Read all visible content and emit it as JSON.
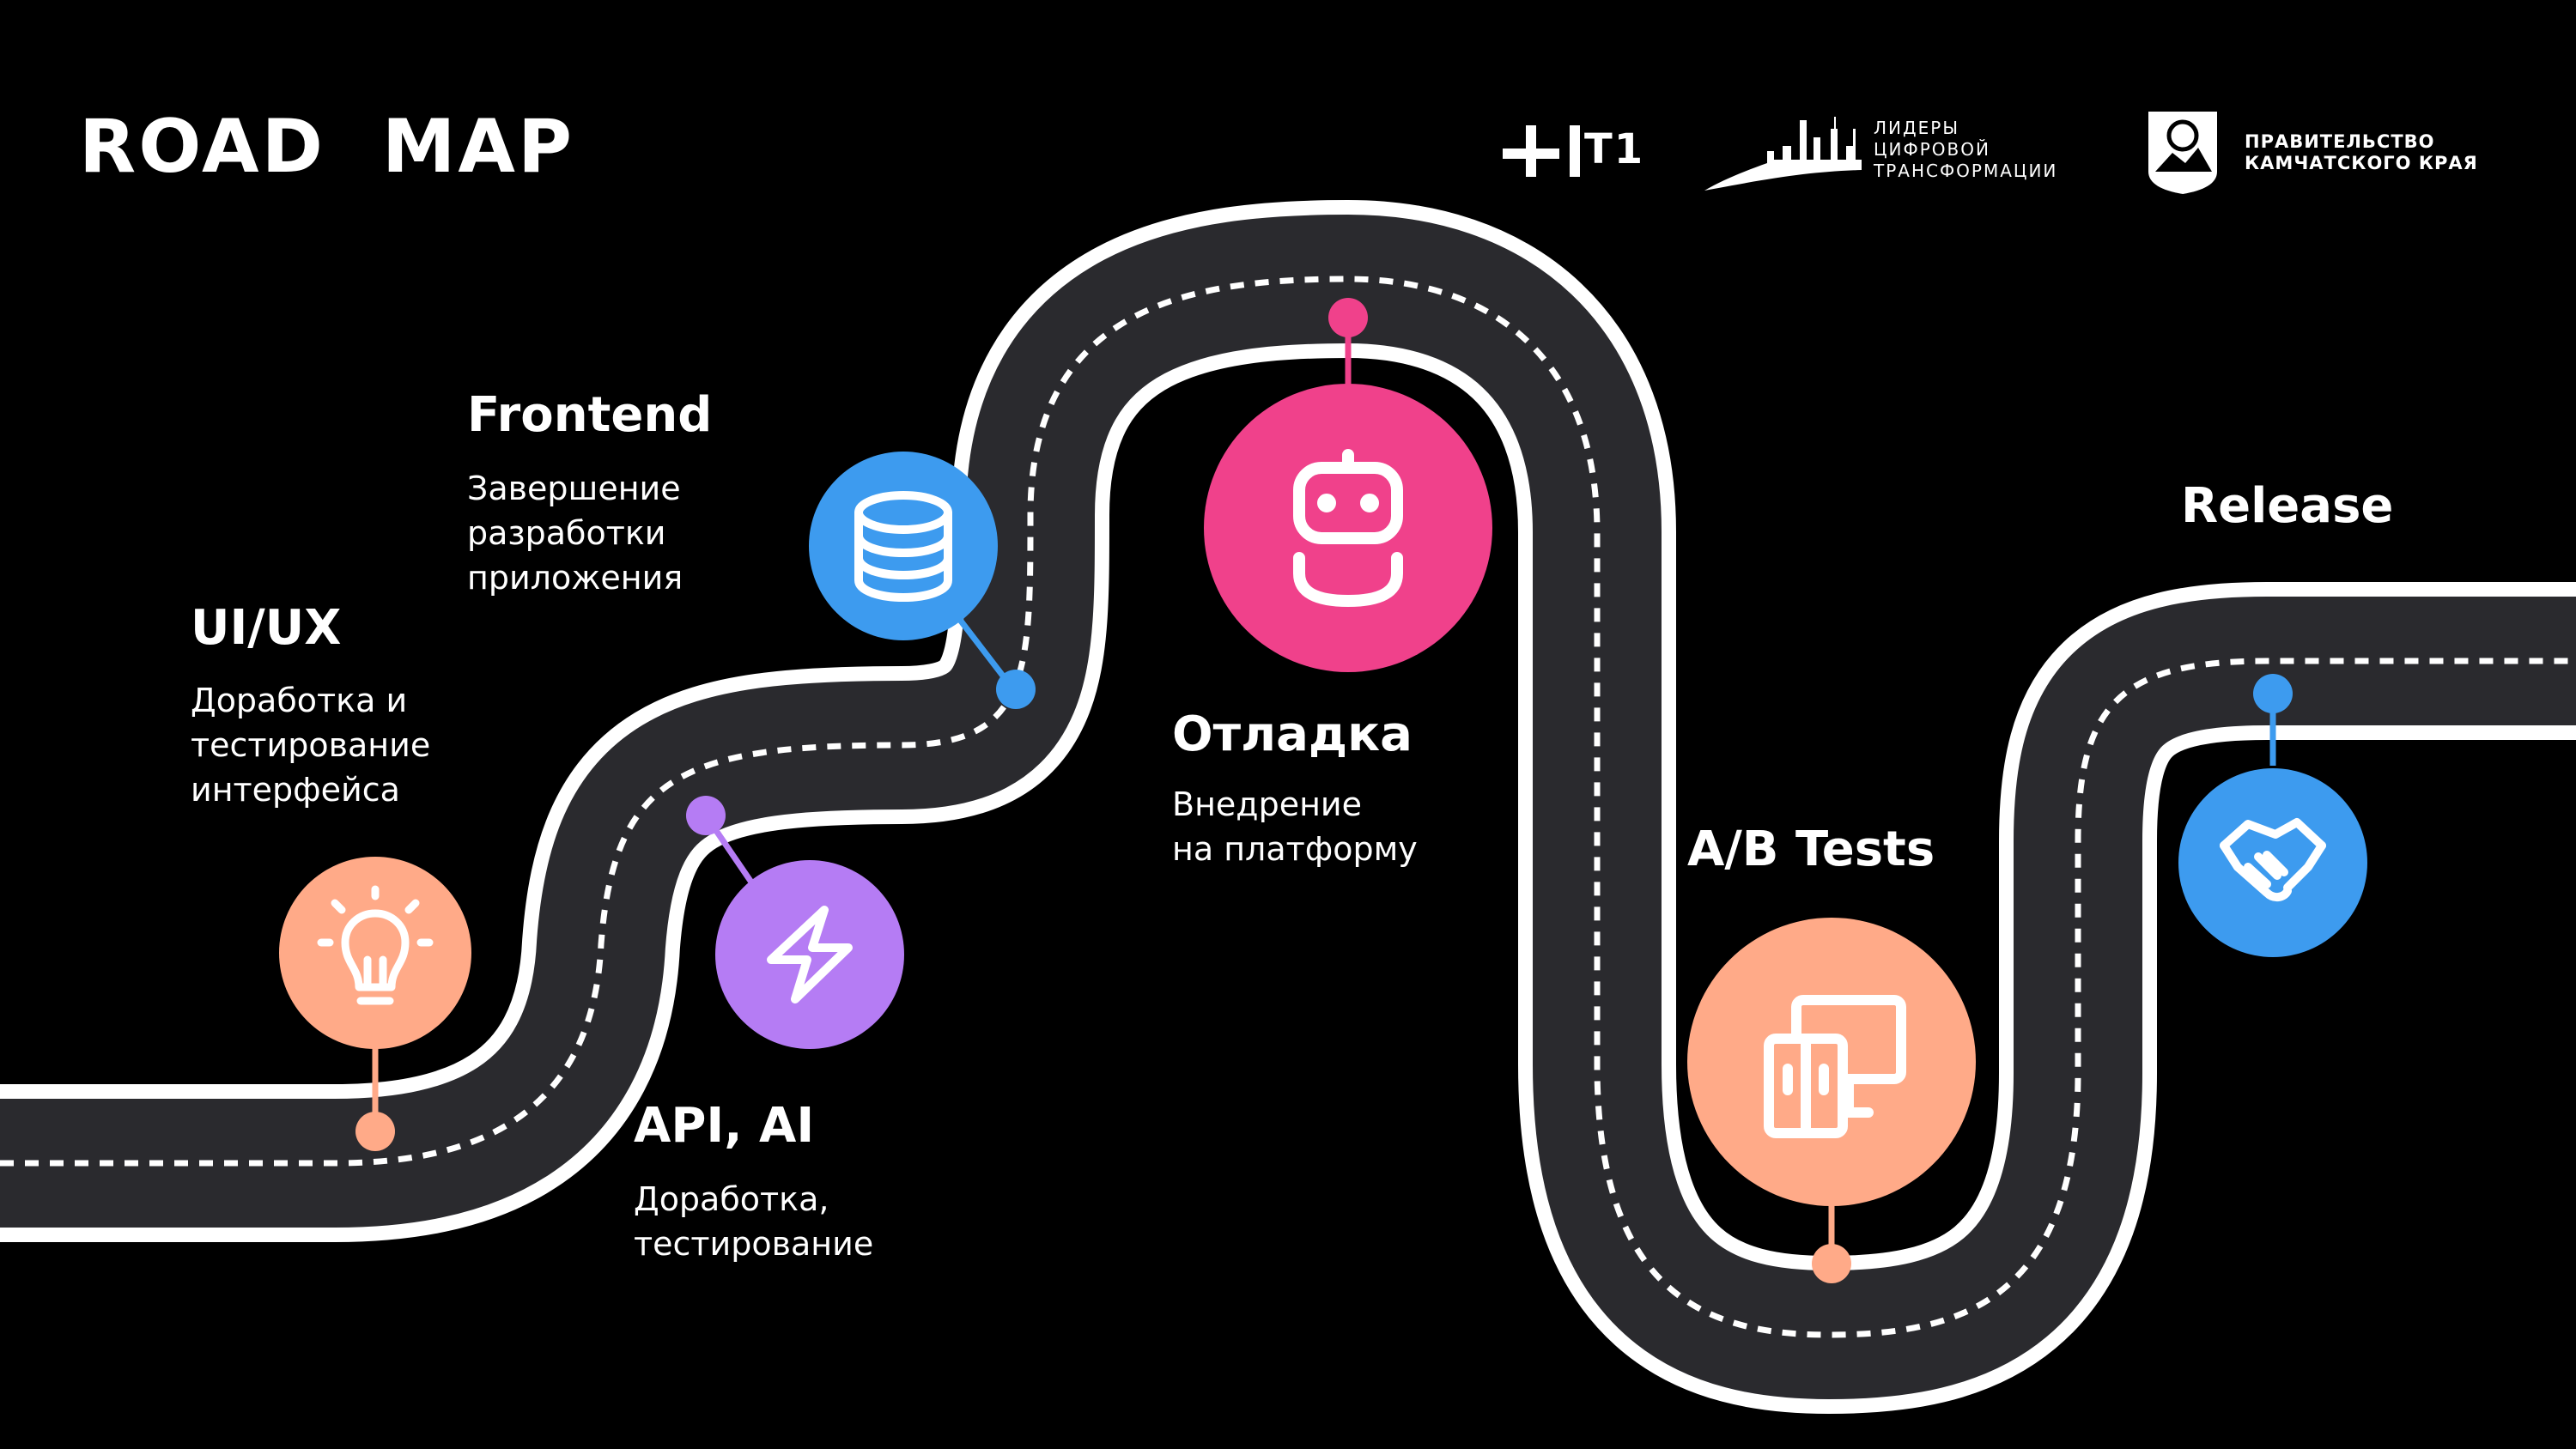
{
  "title": "ROAD  MAP",
  "logos": {
    "t1": "T1",
    "leaders": "ЛИДЕРЫ\nЦИФРОВОЙ\nТРАНСФОРМАЦИИ",
    "government": "ПРАВИТЕЛЬСТВО\nКАМЧАТСКОГО КРАЯ"
  },
  "stages": [
    {
      "title": "UI/UX",
      "description": "Доработка и\nтестирование\nинтерфейса",
      "icon": "lightbulb-icon",
      "color": "#FFAA88"
    },
    {
      "title": "API, AI",
      "description": "Доработка,\nтестирование",
      "icon": "lightning-icon",
      "color": "#B57CF4"
    },
    {
      "title": "Frontend",
      "description": "Завершение\nразработки\nприложения",
      "icon": "database-icon",
      "color": "#3D9BEF"
    },
    {
      "title": "Отладка",
      "description": "Внедрение\nна платформу",
      "icon": "robot-icon",
      "color": "#F0418B"
    },
    {
      "title": "A/B Tests",
      "description": "",
      "icon": "devices-icon",
      "color": "#FFAA88"
    },
    {
      "title": "Release",
      "description": "",
      "icon": "handshake-icon",
      "color": "#3D9BEF"
    }
  ]
}
